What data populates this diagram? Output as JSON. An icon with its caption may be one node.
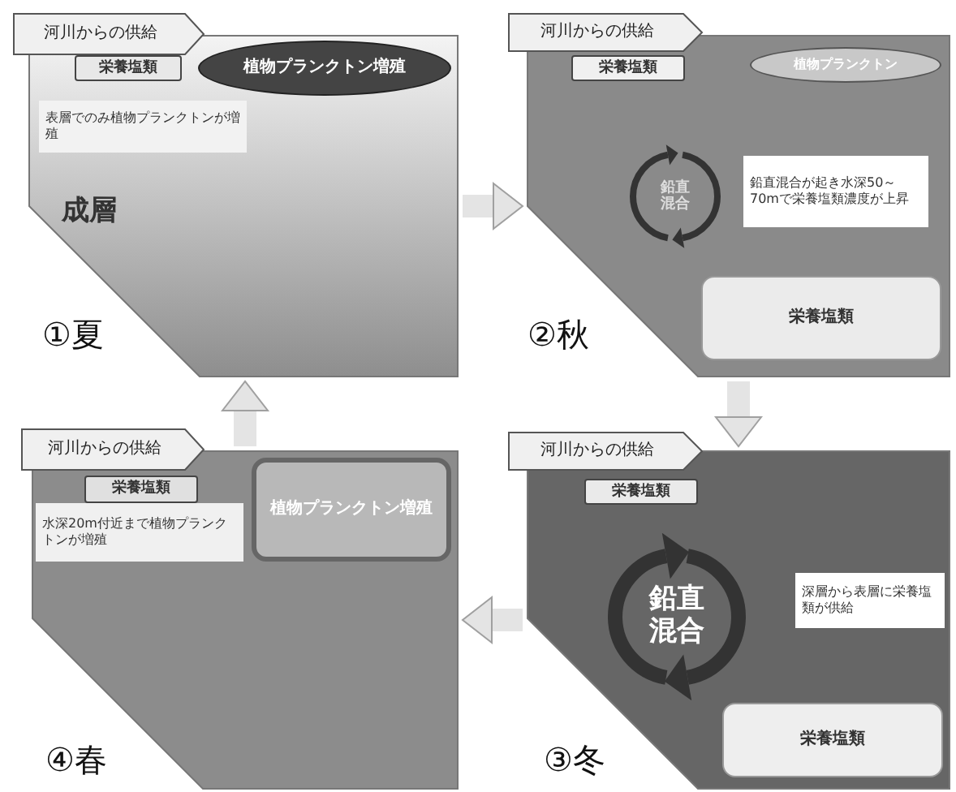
{
  "diagram": {
    "nodes": [
      {
        "text": [
          "①夏"
        ]
      },
      {
        "text": [
          "河川からの供給"
        ]
      },
      {
        "text": [
          "栄養塩類"
        ],
        "in": 0
      },
      {
        "text": [
          "植物プランクトン増殖"
        ],
        "in": 0
      },
      {
        "text": [
          "表層でのみ植物プランクトンが増殖"
        ],
        "in": 0
      },
      {
        "text": [
          "②秋"
        ]
      },
      {
        "text": [
          "河川からの供給"
        ]
      },
      {
        "text": [
          "栄養塩類"
        ],
        "in": 5
      },
      {
        "text": [
          "植物プランクトン"
        ],
        "in": 5
      },
      {
        "text": [
          "鉛直混合"
        ],
        "in": 5
      },
      {
        "text": [
          "鉛直混合が起き水深50～70mで栄養塩類濃度が上昇"
        ],
        "in": 5
      },
      {
        "text": [
          "栄養塩類"
        ],
        "in": 5
      },
      {
        "text": [
          "③冬"
        ]
      },
      {
        "text": [
          "河川からの供給"
        ]
      },
      {
        "text": [
          "栄養塩類"
        ],
        "in": 12
      },
      {
        "text": [
          "鉛直混合"
        ],
        "in": 12
      },
      {
        "text": [
          "深層から表層に栄養塩類が供給"
        ],
        "in": 12
      },
      {
        "text": [
          "栄養塩類"
        ],
        "in": 12
      },
      {
        "text": [
          "④春"
        ]
      },
      {
        "text": [
          "河川からの供給"
        ]
      },
      {
        "text": [
          "栄養塩類"
        ],
        "in": 18
      },
      {
        "text": [
          "植物プランクトン増殖"
        ],
        "in": 18
      },
      {
        "text": [
          "水深20m付近まで植物プランクトンが増殖"
        ],
        "in": 18
      }
    ],
    "edges": [
      {
        "from": 0,
        "to": 5,
        "arrow": "to"
      },
      {
        "from": 5,
        "to": 12,
        "arrow": "to"
      },
      {
        "from": 12,
        "to": 18,
        "arrow": "to"
      },
      {
        "from": 18,
        "to": 0,
        "arrow": "to"
      }
    ],
    "labels": [
      "成層"
    ]
  }
}
